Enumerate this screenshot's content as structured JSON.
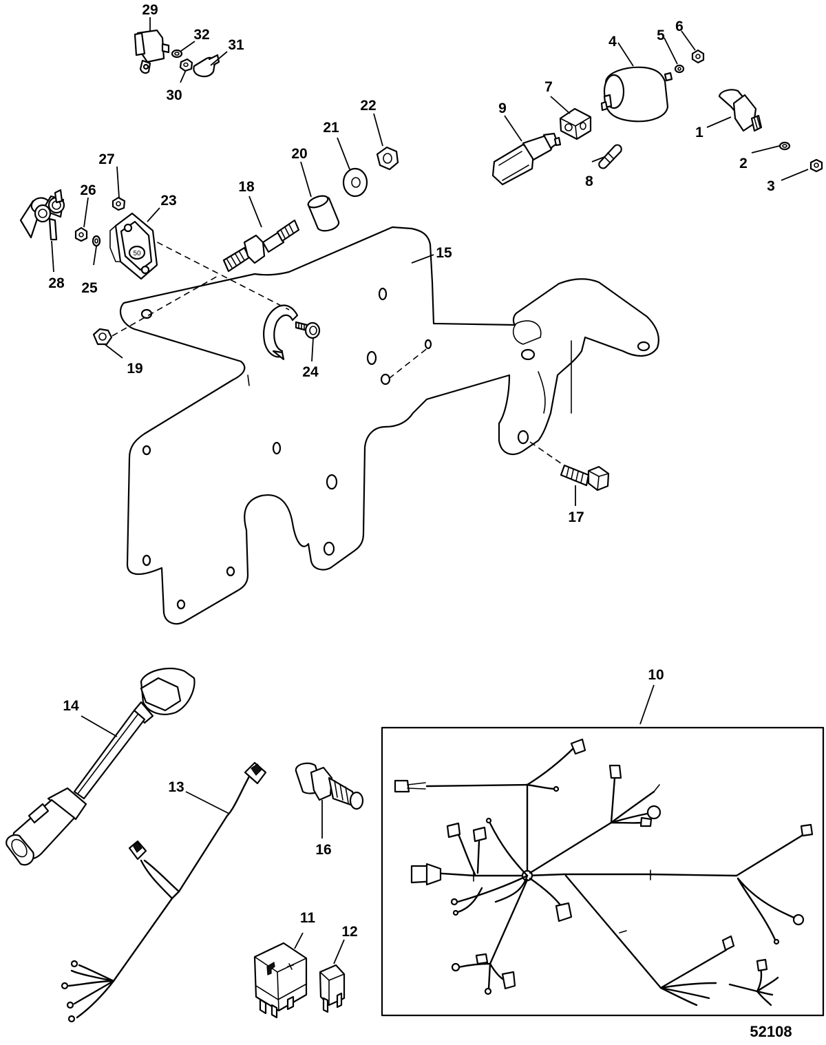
{
  "figure_number": "52108",
  "inset_box_label": "10",
  "badge_text": "50",
  "callouts": [
    {
      "id": "c1",
      "text": "1"
    },
    {
      "id": "c2",
      "text": "2"
    },
    {
      "id": "c3",
      "text": "3"
    },
    {
      "id": "c4",
      "text": "4"
    },
    {
      "id": "c5",
      "text": "5"
    },
    {
      "id": "c6",
      "text": "6"
    },
    {
      "id": "c7",
      "text": "7"
    },
    {
      "id": "c8",
      "text": "8"
    },
    {
      "id": "c9",
      "text": "9"
    },
    {
      "id": "c11",
      "text": "11"
    },
    {
      "id": "c12",
      "text": "12"
    },
    {
      "id": "c13",
      "text": "13"
    },
    {
      "id": "c14",
      "text": "14"
    },
    {
      "id": "c15",
      "text": "15"
    },
    {
      "id": "c16",
      "text": "16"
    },
    {
      "id": "c17",
      "text": "17"
    },
    {
      "id": "c18",
      "text": "18"
    },
    {
      "id": "c19",
      "text": "19"
    },
    {
      "id": "c20",
      "text": "20"
    },
    {
      "id": "c21",
      "text": "21"
    },
    {
      "id": "c22",
      "text": "22"
    },
    {
      "id": "c23",
      "text": "23"
    },
    {
      "id": "c24",
      "text": "24"
    },
    {
      "id": "c25",
      "text": "25"
    },
    {
      "id": "c26",
      "text": "26"
    },
    {
      "id": "c27",
      "text": "27"
    },
    {
      "id": "c28",
      "text": "28"
    },
    {
      "id": "c29",
      "text": "29"
    },
    {
      "id": "c30",
      "text": "30"
    },
    {
      "id": "c31",
      "text": "31"
    },
    {
      "id": "c32",
      "text": "32"
    }
  ]
}
